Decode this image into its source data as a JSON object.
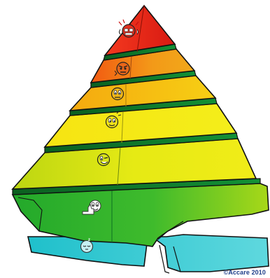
{
  "copyright": "©Accare 2010",
  "colors": {
    "red": "#e8281c",
    "orange": "#f07a14",
    "amber": "#f5b40f",
    "yellow": "#f6ea12",
    "yellow_green": "#c6dc12",
    "green": "#2eb52c",
    "cyan": "#2ec9d3",
    "outline": "#111111"
  },
  "tiers": [
    {
      "name": "red-tier",
      "face_icon": "angry-red-face-icon"
    },
    {
      "name": "orange-tier",
      "face_icon": "annoyed-orange-face-icon"
    },
    {
      "name": "amber-tier",
      "face_icon": "worried-amber-face-icon"
    },
    {
      "name": "yellow-tier",
      "face_icon": "neutral-yellow-face-icon"
    },
    {
      "name": "yellow-green-tier",
      "face_icon": "winking-yellow-green-face-icon"
    },
    {
      "name": "green-tier",
      "face_icon": "thumbs-up-green-face-icon"
    },
    {
      "name": "cyan-tier",
      "face_icon": "sleeping-cyan-face-icon"
    }
  ]
}
